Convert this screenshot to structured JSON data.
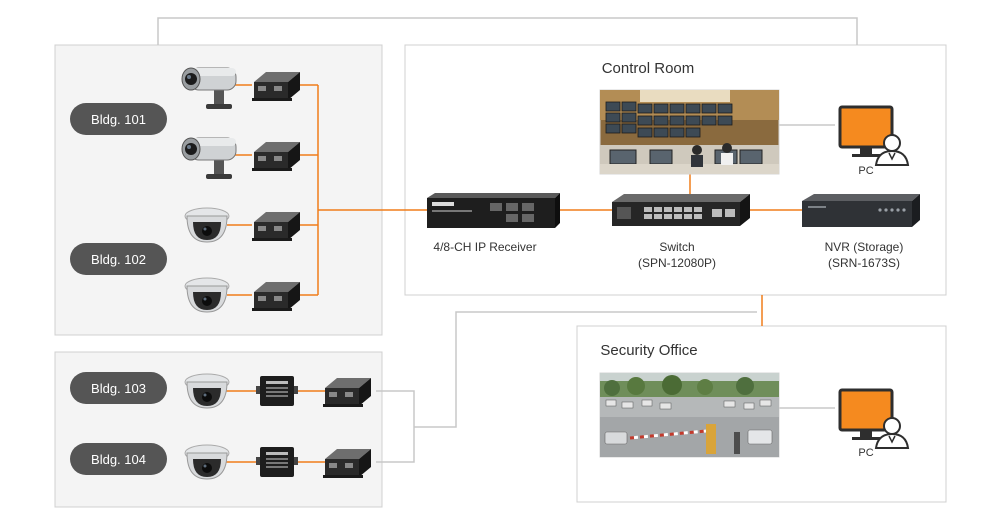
{
  "colors": {
    "accent": "#f07d1a",
    "gray_line": "#c8c8c8",
    "panel_fill": "#f4f4f4",
    "panel_border": "#d0d0d0",
    "pill": "#555555",
    "pc_screen": "#f58a1f"
  },
  "buildings": [
    "Bldg. 101",
    "Bldg. 102",
    "Bldg. 103",
    "Bldg. 104"
  ],
  "control_room": {
    "title": "Control Room",
    "pc_label": "PC",
    "receiver_label": "4/8-CH IP Receiver",
    "switch_label": "Switch",
    "switch_model": "(SPN-12080P)",
    "nvr_label": "NVR (Storage)",
    "nvr_model": "(SRN-1673S)"
  },
  "security_office": {
    "title": "Security Office",
    "pc_label": "PC"
  },
  "icons": {
    "bullet_camera": "bullet-camera-icon",
    "dome_camera": "dome-camera-icon",
    "poe_extender": "extender-icon",
    "transmitter": "transmitter-icon",
    "receiver": "ip-receiver-icon",
    "switch": "network-switch-icon",
    "nvr": "nvr-icon",
    "pc": "pc-user-icon"
  }
}
